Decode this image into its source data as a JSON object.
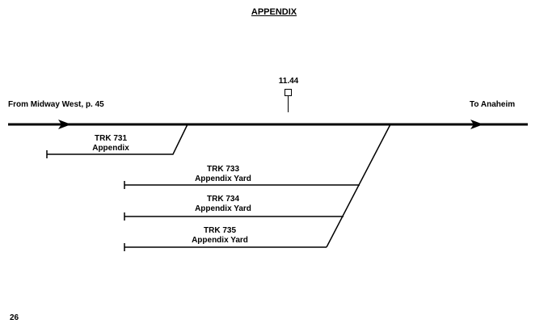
{
  "title": "APPENDIX",
  "page_number": "26",
  "main_line": {
    "from_label": "From Midway West, p. 45",
    "to_label": "To Anaheim"
  },
  "signal": {
    "milepost": "11.44"
  },
  "tracks": [
    {
      "number": "TRK 731",
      "name": "Appendix"
    },
    {
      "number": "TRK 733",
      "name": "Appendix Yard"
    },
    {
      "number": "TRK 734",
      "name": "Appendix Yard"
    },
    {
      "number": "TRK 735",
      "name": "Appendix Yard"
    }
  ]
}
